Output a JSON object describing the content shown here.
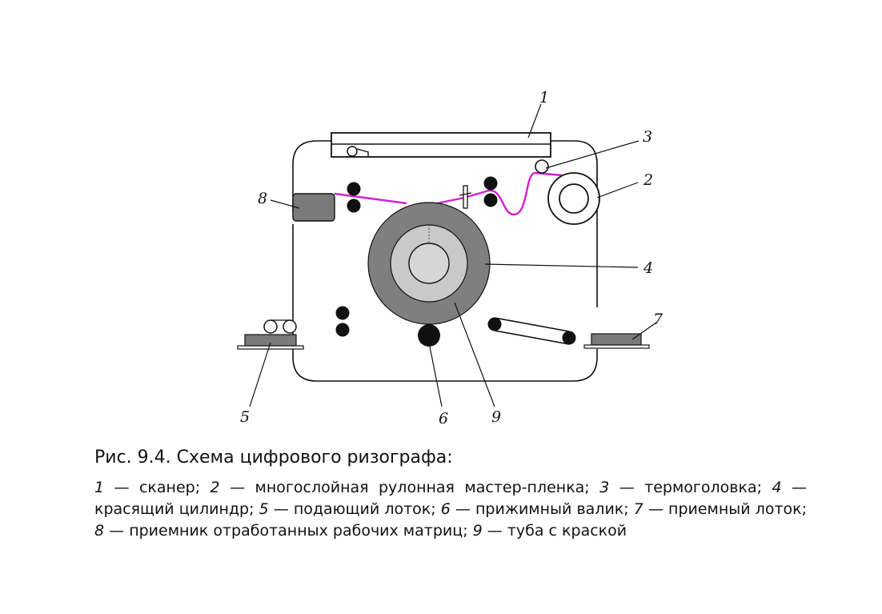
{
  "diagram": {
    "labels": {
      "n1": "1",
      "n2": "2",
      "n3": "3",
      "n4": "4",
      "n5": "5",
      "n6": "6",
      "n7": "7",
      "n8": "8",
      "n9": "9"
    },
    "colors": {
      "film": "#d11fd1",
      "drum_outer": "#7f7f7f",
      "drum_mid": "#c9c9c9",
      "drum_core": "#d6d6d6",
      "tray": "#7a7a7a",
      "roller": "#111111"
    }
  },
  "caption": {
    "title": "Рис. 9.4. Схема цифрового ризографа:",
    "items": [
      {
        "num": "1",
        "text": "сканер;"
      },
      {
        "num": "2",
        "text": "многослойная рулонная мастер-пленка;"
      },
      {
        "num": "3",
        "text": "термоголовка;"
      },
      {
        "num": "4",
        "text": "красящий цилиндр;"
      },
      {
        "num": "5",
        "text": "подающий лоток;"
      },
      {
        "num": "6",
        "text": "прижимный валик;"
      },
      {
        "num": "7",
        "text": "приемный лоток;"
      },
      {
        "num": "8",
        "text": "приемник отработанных рабочих матриц;"
      },
      {
        "num": "9",
        "text": "туба с краской"
      }
    ],
    "dash": "—"
  }
}
